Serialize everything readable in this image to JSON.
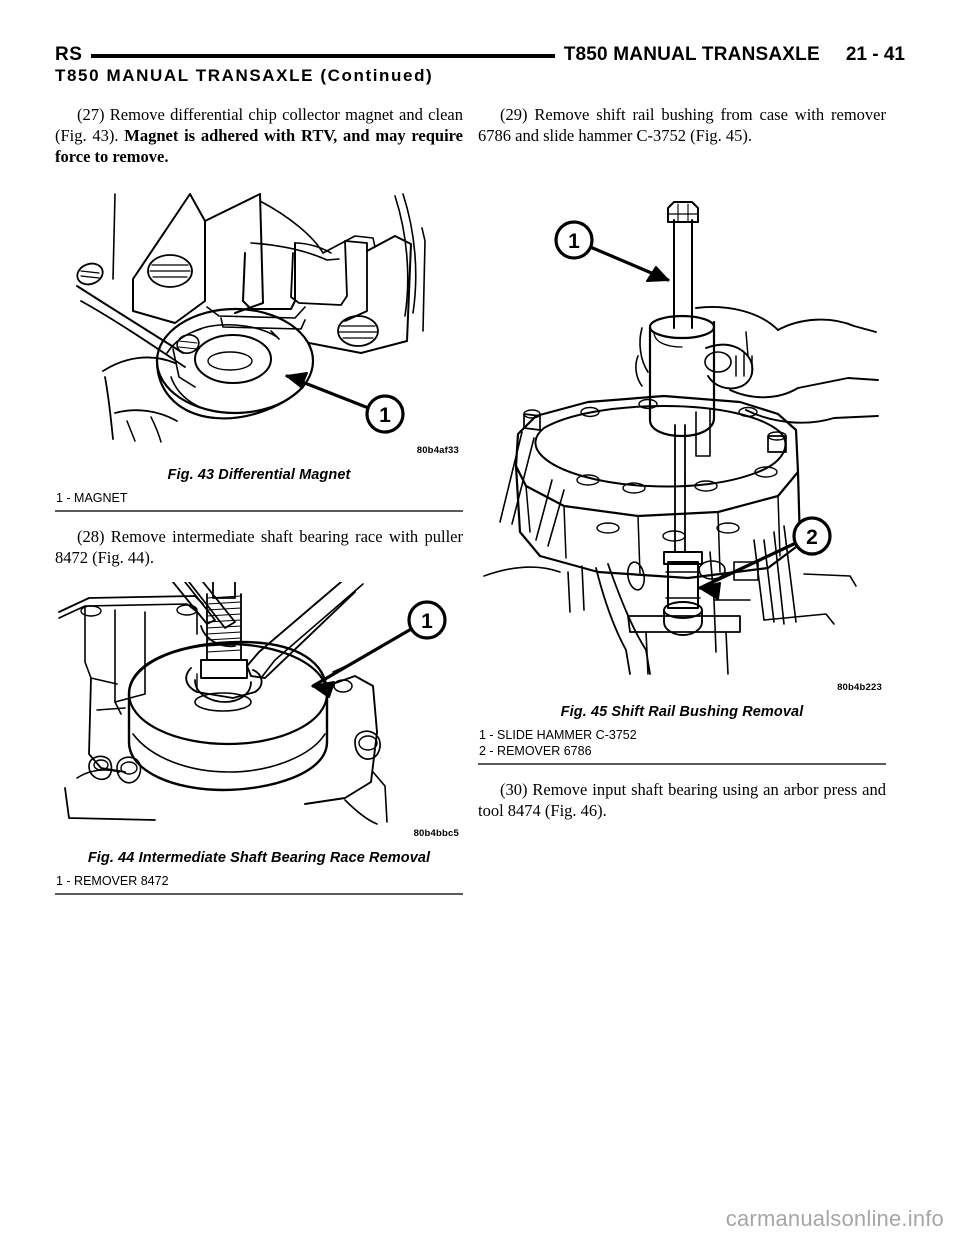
{
  "header": {
    "left_label": "RS",
    "title": "T850 MANUAL TRANSAXLE",
    "page_number": "21 - 41"
  },
  "section": {
    "subtitle": "T850 MANUAL TRANSAXLE (Continued)"
  },
  "left_column": {
    "step_27": {
      "text_normal_1": "(27) Remove differential chip collector magnet and clean (Fig. 43). ",
      "text_bold": "Magnet is adhered with RTV, and may require force to remove."
    },
    "figure_43": {
      "image_code": "80b4af33",
      "caption": "Fig. 43 Differential Magnet",
      "callouts": [
        "1"
      ],
      "legend": [
        "1 - MAGNET"
      ]
    },
    "step_28": {
      "text": "(28) Remove intermediate shaft bearing race with puller 8472 (Fig. 44)."
    },
    "figure_44": {
      "image_code": "80b4bbc5",
      "caption": "Fig. 44 Intermediate Shaft Bearing Race Removal",
      "callouts": [
        "1"
      ],
      "legend": [
        "1 - REMOVER 8472"
      ]
    }
  },
  "right_column": {
    "step_29": {
      "text": "(29) Remove shift rail bushing from case with remover 6786 and slide hammer C-3752 (Fig. 45)."
    },
    "figure_45": {
      "image_code": "80b4b223",
      "caption": "Fig. 45 Shift Rail Bushing Removal",
      "callouts": [
        "1",
        "2"
      ],
      "legend": [
        "1 - SLIDE HAMMER C-3752",
        "2 - REMOVER 6786"
      ]
    },
    "step_30": {
      "text": "(30) Remove input shaft bearing using an arbor press and tool 8474 (Fig. 46)."
    }
  },
  "watermark": {
    "text": "carmanualsonline.info"
  },
  "colors": {
    "ink": "#000000",
    "rule": "#5b5b5b",
    "watermark": "#a6a6a6"
  }
}
